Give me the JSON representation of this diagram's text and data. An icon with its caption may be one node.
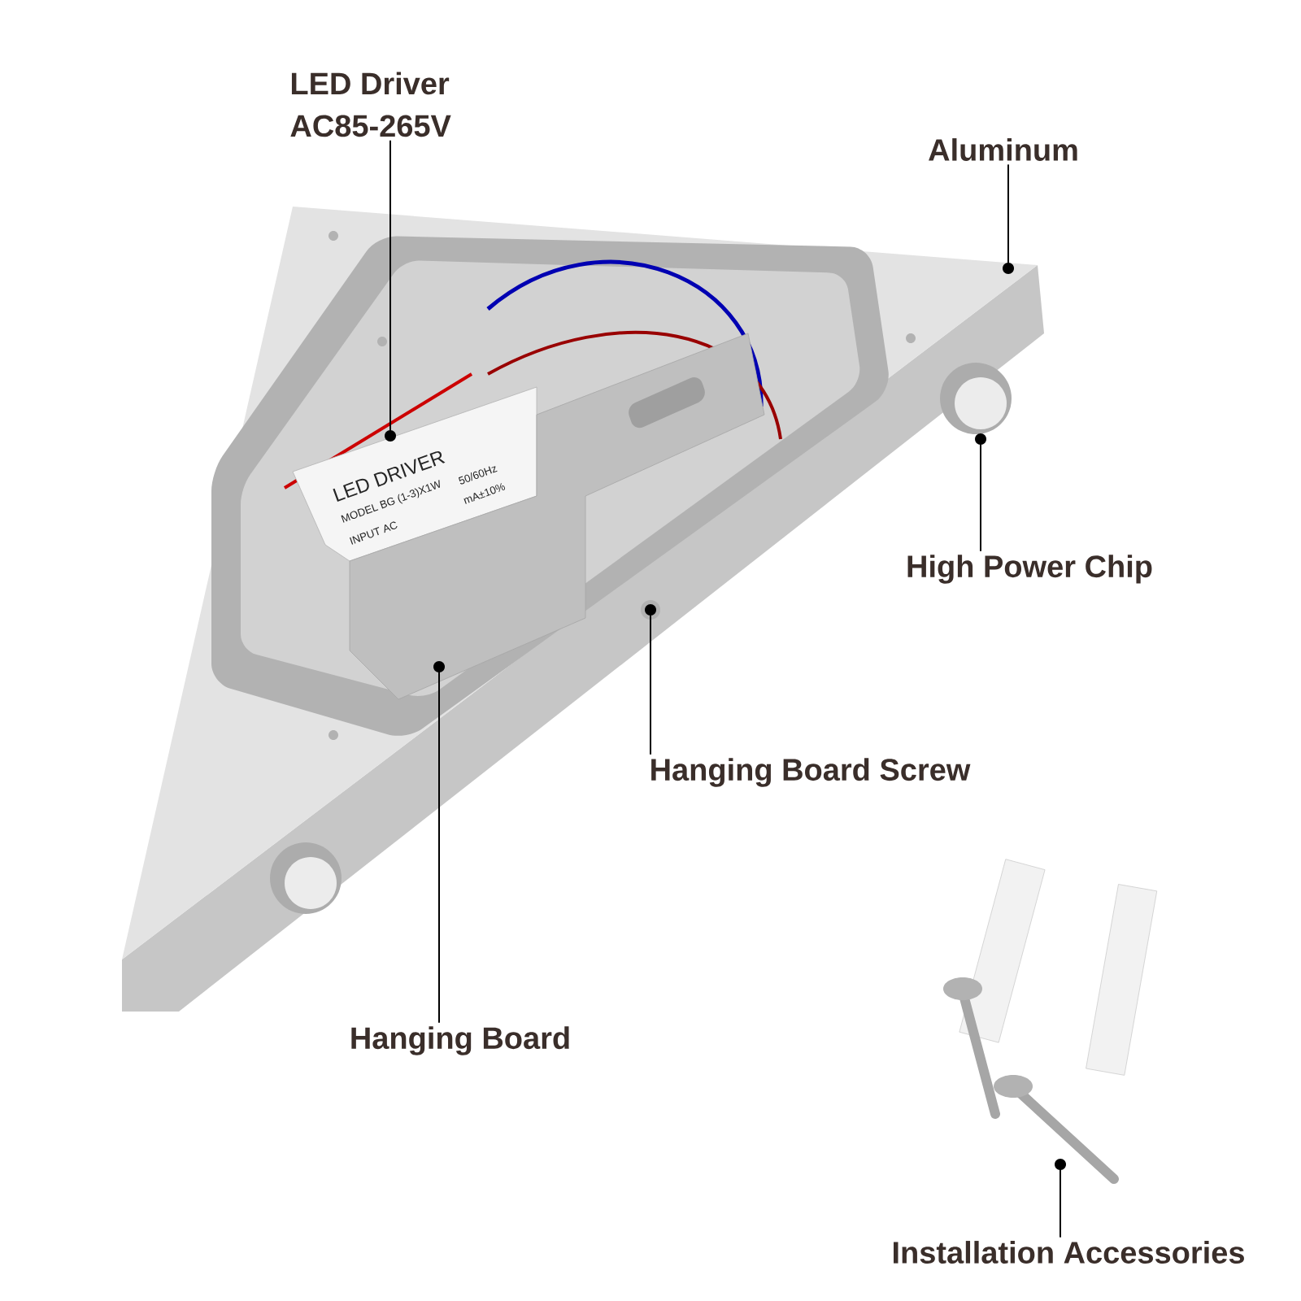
{
  "diagram": {
    "nodes": [
      {
        "text": [
          "LED Driver",
          "AC85-265V"
        ]
      },
      {
        "text": [
          "Aluminum"
        ]
      },
      {
        "text": [
          "High Power Chip"
        ]
      },
      {
        "text": [
          "Hanging Board Screw"
        ]
      },
      {
        "text": [
          "Hanging Board"
        ]
      },
      {
        "text": [
          "Installation Accessories"
        ]
      },
      {
        "text": [],
        "shape": "picture"
      },
      {
        "text": [],
        "shape": "picture",
        "in": 6
      },
      {
        "text": [],
        "shape": "picture",
        "in": 6
      },
      {
        "text": [],
        "shape": "picture",
        "in": 6
      },
      {
        "text": [],
        "shape": "picture",
        "in": 6
      },
      {
        "text": [],
        "shape": "picture"
      }
    ],
    "edges": [
      {
        "from": 0,
        "to": 7,
        "arrow": "other"
      },
      {
        "from": 1,
        "to": 6,
        "arrow": "other"
      },
      {
        "from": 2,
        "to": 8,
        "arrow": "other"
      },
      {
        "from": 3,
        "to": 9,
        "arrow": "other"
      },
      {
        "from": 4,
        "to": 10,
        "arrow": "other"
      },
      {
        "from": 5,
        "to": 11,
        "arrow": "other"
      }
    ],
    "labels": [
      "LED DRIVER",
      "MODEL BG (1-3)X1W",
      "INPUT AC",
      "50/60Hz",
      "mA±10%"
    ]
  }
}
